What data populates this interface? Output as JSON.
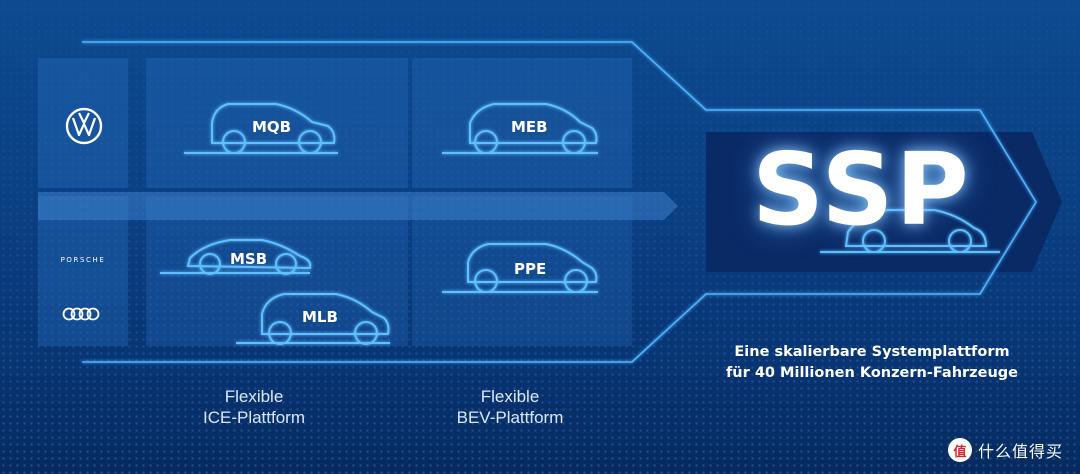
{
  "platforms": {
    "mqb": "MQB",
    "meb": "MEB",
    "msb": "MSB",
    "ppe": "PPE",
    "mlb": "MLB"
  },
  "ssp": {
    "title": "SSP",
    "tagline_line1": "Eine skalierbare Systemplattform",
    "tagline_line2": "für 40 Millionen Konzern-Fahrzeuge"
  },
  "captions": {
    "ice_line1": "Flexible",
    "ice_line2": "ICE-Plattform",
    "bev_line1": "Flexible",
    "bev_line2": "BEV-Plattform"
  },
  "brands": {
    "porsche": "PORSCHE",
    "vw_icon": "vw-logo-icon",
    "audi_icon": "audi-rings-icon"
  },
  "watermark": {
    "badge": "值",
    "text": "什么值得买"
  },
  "colors": {
    "accent_line": "#4fb3ff",
    "background": "#0a3f82"
  }
}
